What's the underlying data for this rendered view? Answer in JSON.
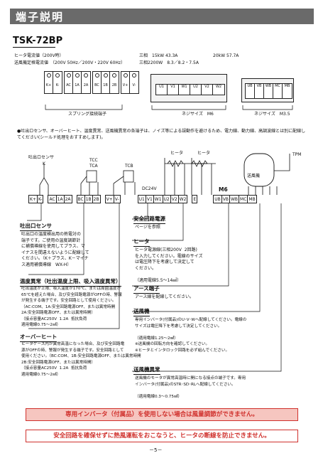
{
  "header": {
    "title": "端子説明"
  },
  "model": "TSK-72BP",
  "specs": {
    "heater_voltage": "ヒータ電流値（200V時）",
    "rated_current_label": "送風機定格電流値　（200V 50Hz／200V・220V 60Hz）",
    "three_phase_a": "三相　15kW  43.3A",
    "three_phase_b": "20kW  57.7A",
    "three_phase_c": "三相2200W　8.3／8.2・7.5A"
  },
  "top_blocks": {
    "spring_label": "スプリング接続端子",
    "screw_m6_label": "ネジサイズ　M6",
    "screw_m35_label": "ネジサイズ　M3.5",
    "small_blocks": [
      [
        "K+",
        "K-"
      ],
      [
        "AC",
        "1A",
        "2A"
      ],
      [
        "BC",
        "1B",
        "2B"
      ],
      [
        "V+",
        "V-"
      ]
    ],
    "m6_block": [
      "U1",
      "V1",
      "W1",
      "U2",
      "V2",
      "W2"
    ],
    "m35_block": [
      "UB",
      "VB",
      "WB",
      "MC",
      "MB"
    ]
  },
  "note": "●吐出ロセンサ、オーバーヒート、温度異常、送風機異常の各端子は、ノイズ等による誤動作を避けるため、電力線、動力線、高調波線とは別に配線してください(シールド処理をおすすめします)。",
  "diagram": {
    "sensor": "吐出ロセンサ",
    "k_label": "K",
    "tcc": "TCC",
    "tca": "TCA",
    "tcb": "TCB",
    "dc24v": "DC24V",
    "heater1": "ヒータ",
    "heater2": "ヒータ",
    "m6": "M6",
    "fan": "送風機",
    "tpm": "TPM",
    "strip": [
      [
        "K+",
        "K-"
      ],
      [
        "AC",
        "1A",
        "2A"
      ],
      [
        "BC",
        "1B",
        "2B"
      ],
      [
        "V+",
        "V-"
      ],
      [
        "U1",
        "V1",
        "W1",
        "U2",
        "V2",
        "W2"
      ],
      [
        "E"
      ],
      [
        "UB",
        "VB",
        "WB",
        "MC",
        "MB"
      ]
    ]
  },
  "left_col": {
    "sensor_title": "吐出口センサ",
    "sensor_body": "吐出口の温度検出用の熱電対の\n端子です。ご使用の温度調節計\nに補償導線を使用してプラス、マ\nイナスを間違えないように配線して\nください。（K＋プラス、K－マイナ\nス適用補償導線　WX-H）",
    "temp_title": "温度異常（吐出温度上限、吸入温度異常）",
    "temp_body": "吐出温度が上限、吸入温度が170℃、または周囲温度が\n65℃を超えた場合、及び安全回路電源がOFFの時、警報\nが発生する端子です。安全回路として使用ください。\n（AC:COM、1A:安全回路電源OFF、または異常時開\n2A:安全回路電源OFF、または異常時開）\n（接点容量AC250V  1.2A  抵抗負荷\n適用電線0.75～2㎟）",
    "over_title": "オーバーヒート",
    "over_body": "ヒータケース内が異常高温になった場合、及び安全回路電\n源がOFFの時、警報が発生する端子です。安全回路として\n使用ください。（BC:COM、1B:安全回路電源OFF、または異常時開\n2B:安全回路電源OFF、または異常時開）\n（接点容量AC250V  1.2A  抵抗負荷\n適用電線0.75～2㎟）"
  },
  "right_col": {
    "safety_title": "安全回路電源",
    "safety_body": "ページを参照",
    "heater_title": "ヒータ",
    "heater_body": "ヒータ電源線(三相200V  2回路)\nを入力してください。電線のサイズ\nは電圧降下を考慮して決定して\nください。\n\n（適用電線5.5～14㎟）",
    "earth_title": "アース端子",
    "earth_body": "アース線を配線してください。",
    "fan_title": "送風機",
    "fan_body": "専用インバータ(付属品)のU･V･Wへ配線してください。電線の\nサイズは電圧降下を考慮して決定してください。\n\n（適用電線1.25～2㎟）\n※送風機の回転方向を確認してください。\n※ヒータとインタロック回路を必ず組んでください。",
    "fan_err_title": "送風機異常",
    "fan_err_body": "送風機のモータが異常高温時に開になる接点の端子です。専用\nインバータ(付属品)のSTR･SD･RLへ配線してください。\n\n（適用電線0.3～0.75㎟）"
  },
  "warnings": {
    "w1": "専用インバータ（付属品）を使用しない場合は風量調節ができません。",
    "w2": "安全回路を確保せずに熱風運転をおこなうと、ヒータの断線を防止できません。"
  },
  "page_number": "－5－"
}
